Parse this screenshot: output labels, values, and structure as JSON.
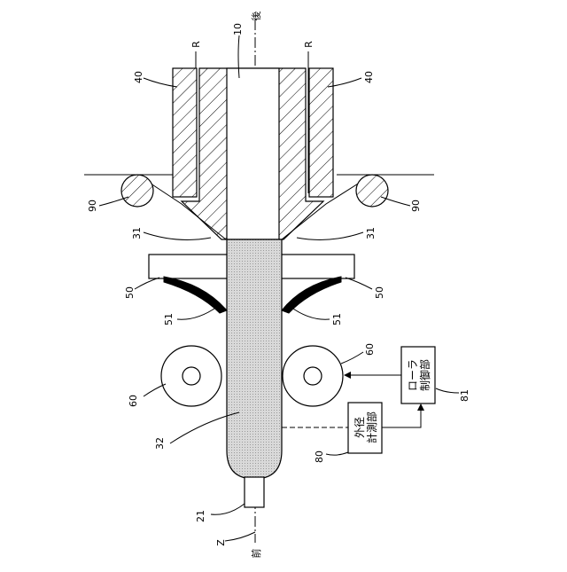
{
  "labels": {
    "front": "前",
    "rear": "後",
    "axis_z": "Z",
    "ref_10": "10",
    "ref_21": "21",
    "ref_31_left": "31",
    "ref_31_right": "31",
    "ref_32": "32",
    "ref_40_left": "40",
    "ref_40_right": "40",
    "ref_50_left": "50",
    "ref_50_right": "50",
    "ref_51_left": "51",
    "ref_51_right": "51",
    "ref_60_left": "60",
    "ref_60_right": "60",
    "ref_80": "80",
    "ref_81": "81",
    "ref_90_left": "90",
    "ref_90_right": "90",
    "r_left": "R",
    "r_right": "R"
  },
  "boxes": {
    "diameter_measure": {
      "line1": "外径",
      "line2": "計測部"
    },
    "roller_control": {
      "line1": "ローラ",
      "line2": "制御部"
    }
  }
}
